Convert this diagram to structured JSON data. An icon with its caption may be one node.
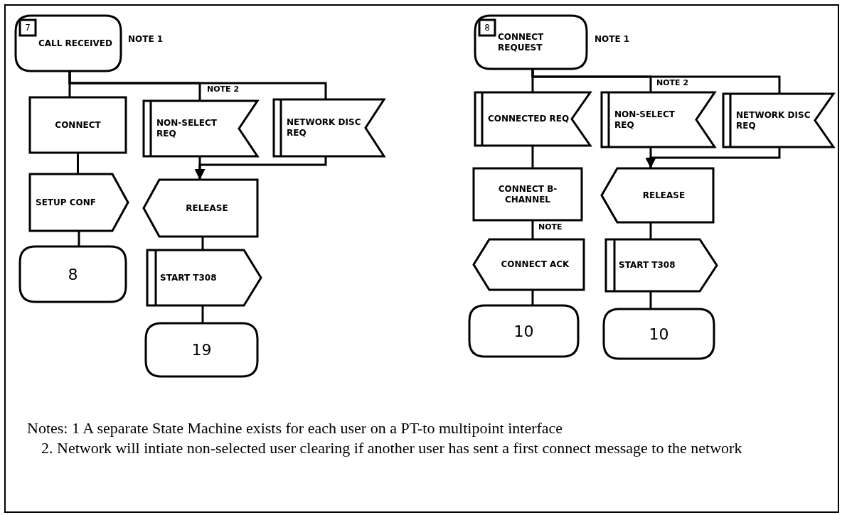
{
  "diagram": {
    "nodes": [
      {
        "text": [
          "7",
          "CALL RECEIVED"
        ],
        "beside": [
          "NOTE 1"
        ]
      },
      {
        "text": [
          "CONNECT"
        ]
      },
      {
        "text": [
          "NON-SELECT REQ"
        ]
      },
      {
        "text": [
          "NETWORK DISC REQ"
        ]
      },
      {
        "text": [
          "SETUP CONF"
        ]
      },
      {
        "text": [
          "RELEASE"
        ]
      },
      {
        "text": [
          "START T308"
        ]
      },
      {
        "text": [
          "8"
        ]
      },
      {
        "text": [
          "19"
        ]
      },
      {
        "text": [
          "8",
          "CONNECT REQUEST"
        ],
        "beside": [
          "NOTE 1"
        ]
      },
      {
        "text": [
          "CONNECTED REQ"
        ]
      },
      {
        "text": [
          "NON-SELECT REQ"
        ]
      },
      {
        "text": [
          "NETWORK DISC REQ"
        ]
      },
      {
        "text": [
          "CONNECT B-CHANNEL"
        ]
      },
      {
        "text": [
          "RELEASE"
        ]
      },
      {
        "text": [
          "CONNECT ACK"
        ]
      },
      {
        "text": [
          "START T308"
        ]
      },
      {
        "text": [
          "10"
        ]
      },
      {
        "text": [
          "10"
        ]
      }
    ],
    "edges": [
      {
        "from": 0,
        "to": 1,
        "arrow": "none"
      },
      {
        "from": 0,
        "to": 2,
        "arrow": "none",
        "label": "NOTE 2"
      },
      {
        "from": 0,
        "to": 3,
        "arrow": "none"
      },
      {
        "from": 1,
        "to": 4,
        "arrow": "none"
      },
      {
        "from": 4,
        "to": 7,
        "arrow": "none"
      },
      {
        "from": 2,
        "to": 5,
        "arrow": "none"
      },
      {
        "from": 3,
        "to": 5,
        "arrow": "to"
      },
      {
        "from": 5,
        "to": 6,
        "arrow": "none"
      },
      {
        "from": 6,
        "to": 8,
        "arrow": "none"
      },
      {
        "from": 9,
        "to": 10,
        "arrow": "none"
      },
      {
        "from": 9,
        "to": 11,
        "arrow": "none",
        "label": "NOTE 2"
      },
      {
        "from": 9,
        "to": 12,
        "arrow": "none"
      },
      {
        "from": 10,
        "to": 13,
        "arrow": "none"
      },
      {
        "from": 13,
        "to": 15,
        "arrow": "none",
        "label": "NOTE"
      },
      {
        "from": 15,
        "to": 17,
        "arrow": "none"
      },
      {
        "from": 11,
        "to": 14,
        "arrow": "none"
      },
      {
        "from": 12,
        "to": 14,
        "arrow": "to"
      },
      {
        "from": 14,
        "to": 16,
        "arrow": "none"
      },
      {
        "from": 16,
        "to": 18,
        "arrow": "none"
      }
    ],
    "labels": [
      "Notes: 1 A separate State Machine exists for each user on a PT-to multipoint interface",
      "2. Network will intiate non-selected user clearing if another user has sent a first connect message to the network"
    ]
  }
}
